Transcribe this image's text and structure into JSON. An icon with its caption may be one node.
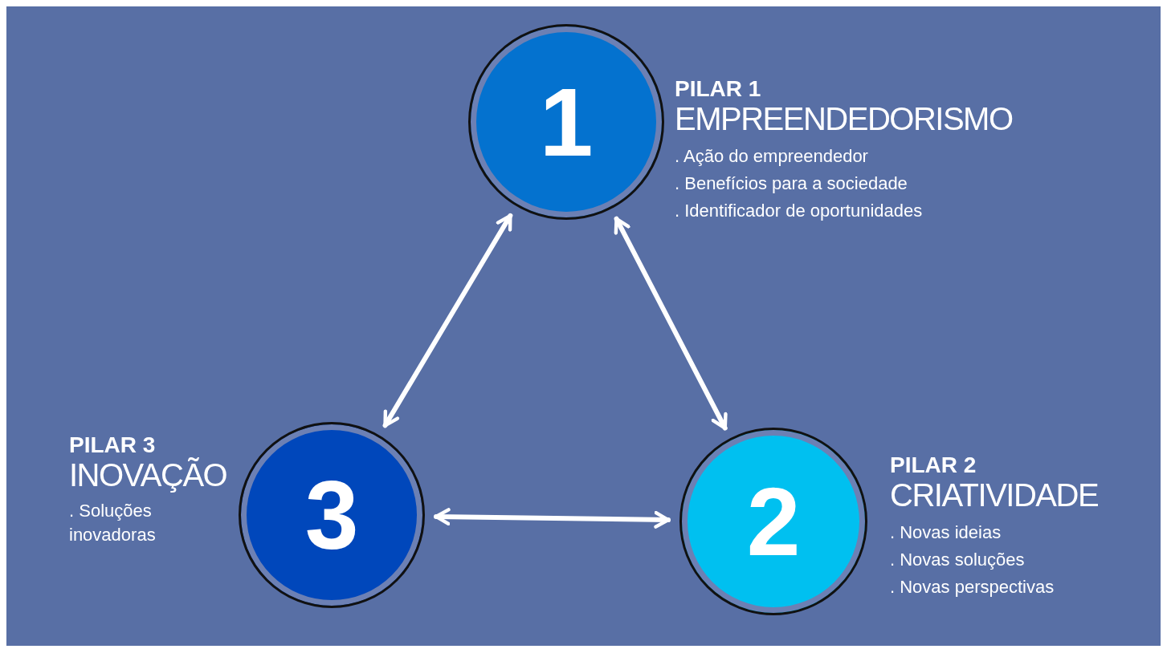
{
  "diagram": {
    "nodes": [
      {
        "text": [
          "1"
        ],
        "beside": [
          "PILAR 1",
          "EMPREENDEDORISMO",
          ". Ação do empreendedor",
          ". Benefícios para a sociedade",
          ". Identificador de oportunidades"
        ]
      },
      {
        "text": [
          "2"
        ],
        "beside": [
          "PILAR 2",
          "CRIATIVIDADE",
          ". Novas ideias",
          ". Novas soluções",
          ". Novas perspectivas"
        ]
      },
      {
        "text": [
          "3"
        ],
        "beside": [
          "PILAR 3",
          "INOVAÇÃO",
          ". Soluções inovadoras"
        ]
      }
    ],
    "edges": [
      {
        "from": 0,
        "to": 2,
        "arrow": "both"
      },
      {
        "from": 0,
        "to": 1,
        "arrow": "both"
      },
      {
        "from": 2,
        "to": 1,
        "arrow": "both"
      }
    ]
  }
}
